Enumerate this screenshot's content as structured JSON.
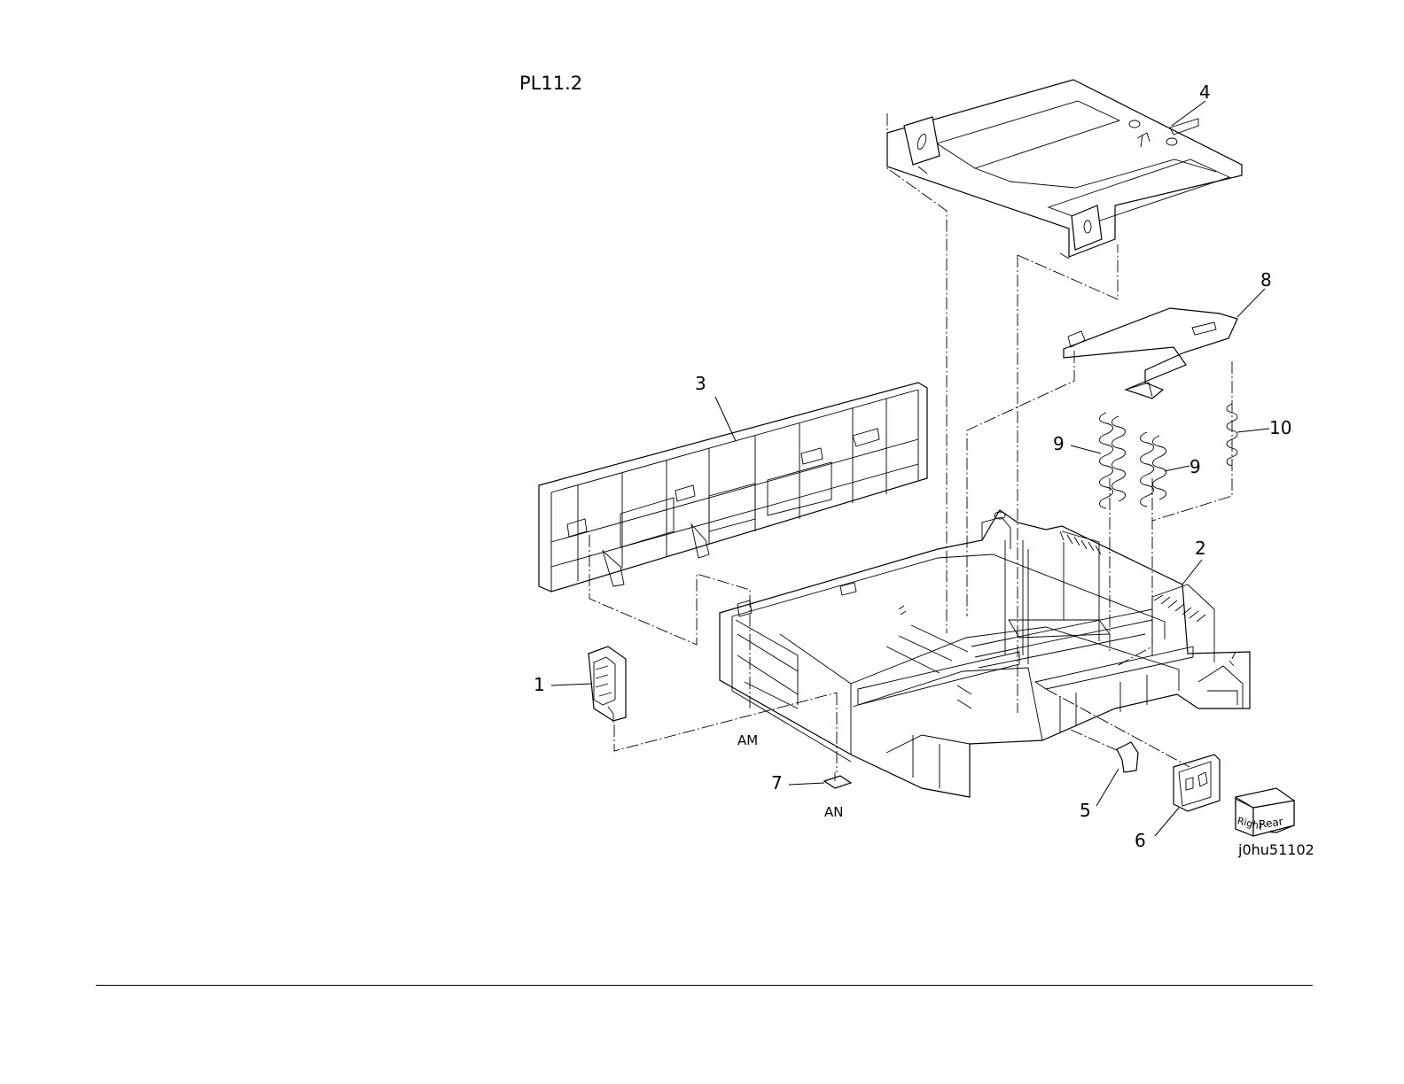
{
  "page_title": "PL11.2",
  "image_code": "j0hu51102",
  "orientation_box": {
    "right": "Right",
    "rear": "Rear"
  },
  "callouts": [
    "1",
    "2",
    "3",
    "4",
    "5",
    "6",
    "7",
    "8",
    "9",
    "9",
    "10"
  ],
  "reference_labels": [
    "AM",
    "AN"
  ]
}
